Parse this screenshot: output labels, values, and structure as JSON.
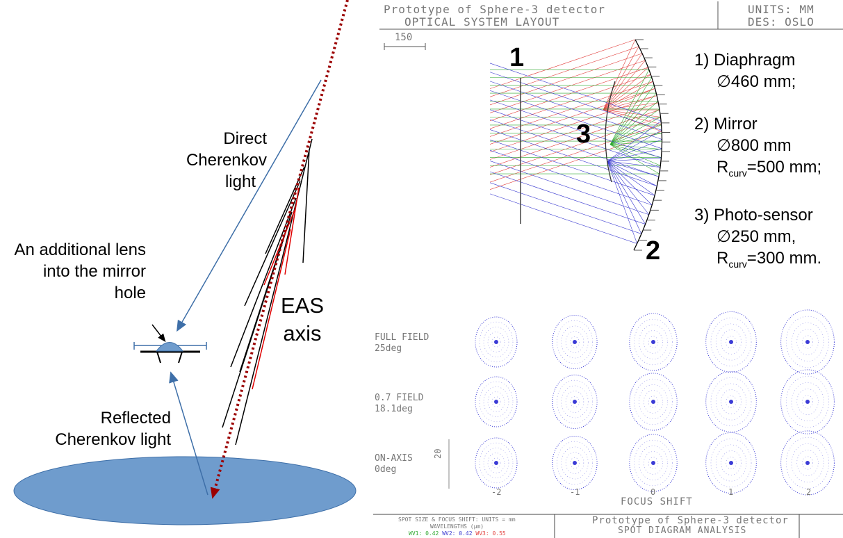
{
  "left": {
    "direct_label": [
      "Direct",
      "Cherenkov",
      "light"
    ],
    "lens_label": [
      "An additional lens",
      "into the mirror",
      "hole"
    ],
    "eas_label": [
      "EAS",
      "axis"
    ],
    "reflected_label": [
      "Reflected",
      "Cherenkov light"
    ]
  },
  "layout": {
    "title": "Prototype of Sphere-3 detector",
    "subtitle": "OPTICAL SYSTEM LAYOUT",
    "units": "UNITS: MM",
    "des": "DES: OSLO",
    "scale": "150",
    "label1": "1",
    "label2": "2",
    "label3": "3"
  },
  "specs": {
    "item1": {
      "name": "1) Diaphragm",
      "line2": "∅460 mm;"
    },
    "item2": {
      "name": "2) Mirror",
      "line2": "∅800 mm",
      "r": "R",
      "sub": "curv",
      "rval": "=500 mm;"
    },
    "item3": {
      "name": "3) Photo-sensor",
      "line2": "∅250 mm,",
      "r": "R",
      "sub": "curv",
      "rval": "=300 mm."
    }
  },
  "spots": {
    "rows": [
      {
        "label": "FULL FIELD",
        "sub": "25deg"
      },
      {
        "label": "0.7 FIELD",
        "sub": "18.1deg"
      },
      {
        "label": "ON-AXIS",
        "sub": "0deg"
      }
    ],
    "columns": [
      "-2",
      "-1",
      "0",
      "1",
      "2"
    ],
    "scale": "20",
    "xlabel": "FOCUS SHIFT",
    "footer_units": "SPOT SIZE & FOCUS SHIFT: UNITS = mm",
    "footer_wl": "WAVELENGTHS (μm)",
    "wv1": "WV1: 0.42",
    "wv2": "WV2: 0.42",
    "wv3": "WV3: 0.55",
    "footer_title": "Prototype of Sphere-3 detector",
    "footer_sub": "SPOT DIAGRAM ANALYSIS"
  },
  "colors": {
    "ellipse": "#6f9ccd",
    "blue_arrow": "#3e6fa8",
    "red_axis": "#9b0000",
    "rays_red": "#e2423f",
    "rays_green": "#2ea82e",
    "rays_blue": "#3a3ad0",
    "spot": "#3b3bd6"
  }
}
